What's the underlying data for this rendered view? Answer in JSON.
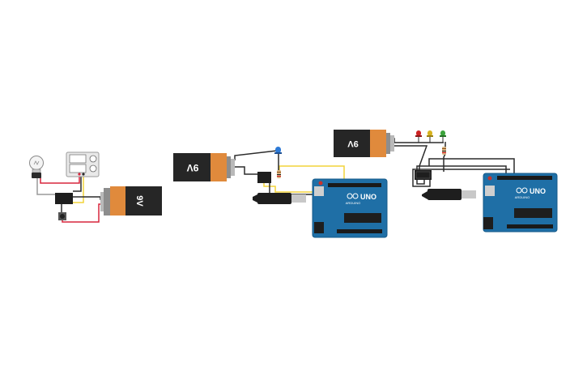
{
  "canvas": {
    "background": "#ffffff"
  },
  "colors": {
    "wire_red": "#d7263d",
    "wire_black": "#2b2b2b",
    "wire_yellow": "#f2d43a",
    "wire_gray": "#9a9a9a",
    "arduino_blue": "#1f6fa6",
    "battery_orange": "#e08a3c",
    "battery_black": "#262626",
    "battery_silver": "#b9b9b9",
    "led_blue": "#2d7ad6",
    "led_red": "#cc2222",
    "led_yellow": "#d6b21d",
    "led_green": "#3ca33c"
  },
  "circuit1": {
    "battery": {
      "label": "9V"
    },
    "supply": {
      "display_top": "",
      "display_bottom": ""
    },
    "relay": {
      "label": ""
    },
    "bulb": {
      "icon": "lightbulb-icon"
    },
    "button": {
      "icon": "pushbutton-icon"
    }
  },
  "circuit2": {
    "battery": {
      "label": "9V"
    },
    "relay": {
      "label": ""
    },
    "led": {
      "color_name": "blue"
    },
    "arduino": {
      "logo": "UNO",
      "brand": "ARDUINO"
    }
  },
  "circuit3": {
    "battery": {
      "label": "9V"
    },
    "relay": {
      "label": ""
    },
    "leds": [
      {
        "color_name": "red"
      },
      {
        "color_name": "yellow"
      },
      {
        "color_name": "green"
      }
    ],
    "arduino": {
      "logo": "UNO",
      "brand": "ARDUINO"
    }
  }
}
